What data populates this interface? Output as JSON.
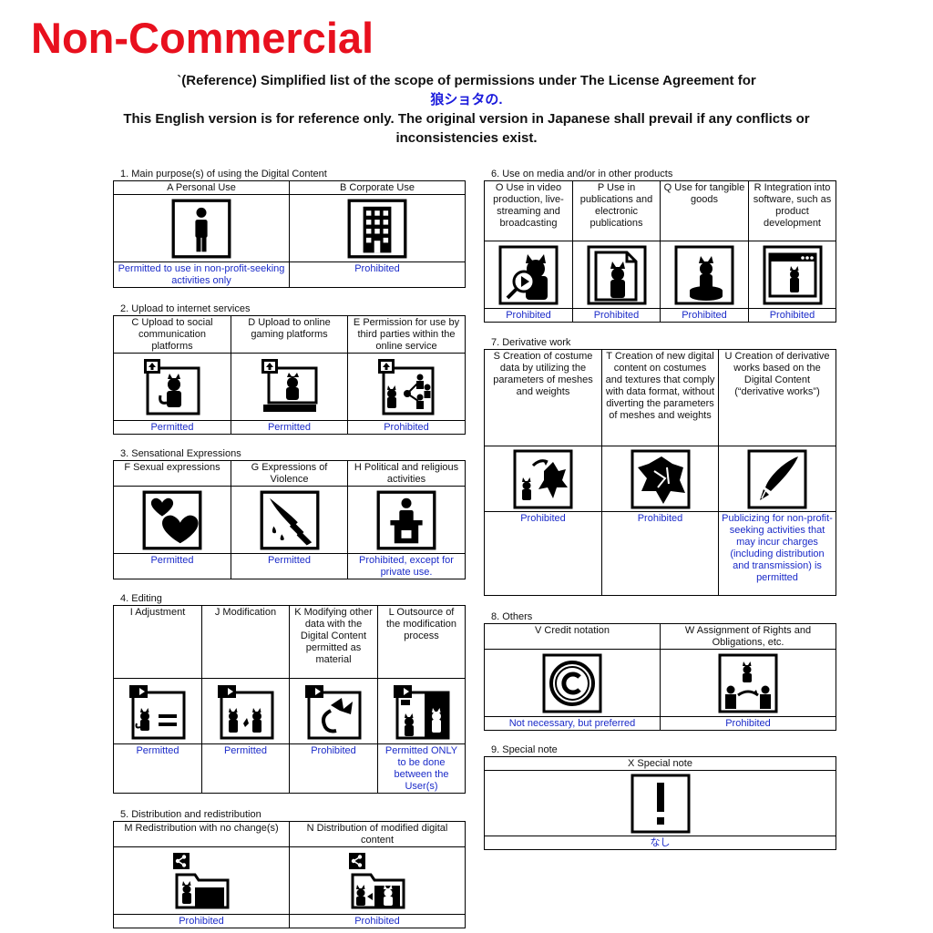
{
  "banner": "Non-Commercial",
  "intro": {
    "line1": "`(Reference) Simplified list of the scope of permissions under The License Agreement for",
    "line2": "狼ショタの.",
    "line3": "This English version is for reference only. The original version in Japanese shall prevail if any conflicts or inconsistencies exist."
  },
  "colors": {
    "banner": "#e8101e",
    "status": "#1a2ac8",
    "jp": "#1a1adc"
  },
  "sections": [
    {
      "title": "1. Main purpose(s) of using the Digital Content",
      "items": [
        {
          "label": "A Personal Use",
          "icon": "person-icon",
          "status": "Permitted to use in non-profit-seeking activities only"
        },
        {
          "label": "B  Corporate Use",
          "icon": "building-icon",
          "status": "Prohibited"
        }
      ]
    },
    {
      "title": "2. Upload to internet services",
      "items": [
        {
          "label": "C Upload to social communication platforms",
          "icon": "upload-social-icon",
          "status": "Permitted"
        },
        {
          "label": "D Upload to online gaming platforms",
          "icon": "upload-gaming-icon",
          "status": "Permitted"
        },
        {
          "label": "E Permission for use by third parties within the online service",
          "icon": "share-third-party-icon",
          "status": "Prohibited"
        }
      ]
    },
    {
      "title": "3. Sensational Expressions",
      "items": [
        {
          "label": "F Sexual expressions",
          "icon": "hearts-icon",
          "status": "Permitted"
        },
        {
          "label": "G Expressions of Violence",
          "icon": "knife-icon",
          "status": "Permitted"
        },
        {
          "label": "H Political and religious activities",
          "icon": "podium-icon",
          "status": "Prohibited, except for private use."
        }
      ]
    },
    {
      "title": "4. Editing",
      "items": [
        {
          "label": "I Adjustment",
          "icon": "adjustment-icon",
          "status": "Permitted"
        },
        {
          "label": "J Modification",
          "icon": "modification-icon",
          "status": "Permitted"
        },
        {
          "label": "K Modifying other data with the Digital Content permitted as material",
          "icon": "modify-other-data-icon",
          "status": "Prohibited"
        },
        {
          "label": "L Outsource of the modification process",
          "icon": "outsource-icon",
          "status": "Permitted ONLY to be done between the User(s)"
        }
      ]
    },
    {
      "title": "5. Distribution and redistribution",
      "items": [
        {
          "label": "M Redistribution with no change(s)",
          "icon": "redistribute-folder-icon",
          "status": "Prohibited"
        },
        {
          "label": "N Distribution of modified digital content",
          "icon": "distribute-modified-icon",
          "status": "Prohibited"
        }
      ]
    },
    {
      "title": "6. Use on media and/or in other products",
      "items": [
        {
          "label": "O Use in video production, live-streaming and broadcasting",
          "icon": "video-play-icon",
          "status": "Prohibited"
        },
        {
          "label": "P Use in publications and electronic publications",
          "icon": "publication-icon",
          "status": "Prohibited"
        },
        {
          "label": "Q Use for tangible goods",
          "icon": "figure-goods-icon",
          "status": "Prohibited"
        },
        {
          "label": "R Integration into software, such as product development",
          "icon": "software-window-icon",
          "status": "Prohibited"
        }
      ]
    },
    {
      "title": "7. Derivative work",
      "items": [
        {
          "label": "S Creation of costume data by utilizing the parameters of meshes and weights",
          "icon": "costume-derive-icon",
          "status": "Prohibited"
        },
        {
          "label": "T Creation of new digital content on costumes and textures that comply with data format, without diverting the parameters of meshes and weights",
          "icon": "costume-new-icon",
          "status": "Prohibited"
        },
        {
          "label": "U Creation of derivative works based on the Digital Content (“derivative works”)",
          "icon": "pen-nib-icon",
          "status": "Publicizing for non-profit-seeking activities that may incur charges (including distribution and transmission) is permitted"
        }
      ]
    },
    {
      "title": "8. Others",
      "items": [
        {
          "label": "V Credit notation",
          "icon": "copyright-icon",
          "status": "Not necessary, but preferred"
        },
        {
          "label": "W Assignment of Rights and Obligations, etc.",
          "icon": "assignment-icon",
          "status": "Prohibited"
        }
      ]
    },
    {
      "title": "9. Special note",
      "items": [
        {
          "label": "X Special note",
          "icon": "exclamation-icon",
          "status": "なし"
        }
      ]
    }
  ]
}
